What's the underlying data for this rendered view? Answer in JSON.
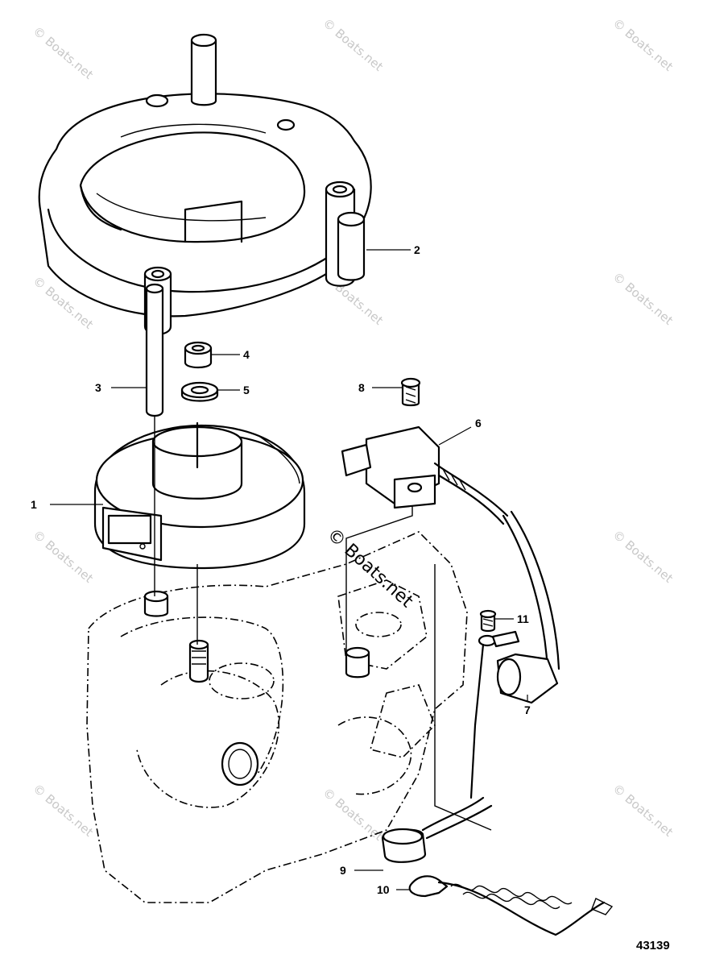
{
  "watermark": {
    "text": "© Boats.net",
    "center_text": "© Boats.net"
  },
  "reference_number": "43139",
  "callouts": [
    {
      "id": "1",
      "label": "1"
    },
    {
      "id": "2",
      "label": "2"
    },
    {
      "id": "3",
      "label": "3"
    },
    {
      "id": "4",
      "label": "4"
    },
    {
      "id": "5",
      "label": "5"
    },
    {
      "id": "6",
      "label": "6"
    },
    {
      "id": "7",
      "label": "7"
    },
    {
      "id": "8",
      "label": "8"
    },
    {
      "id": "9",
      "label": "9"
    },
    {
      "id": "10",
      "label": "10"
    },
    {
      "id": "11",
      "label": "11"
    }
  ]
}
